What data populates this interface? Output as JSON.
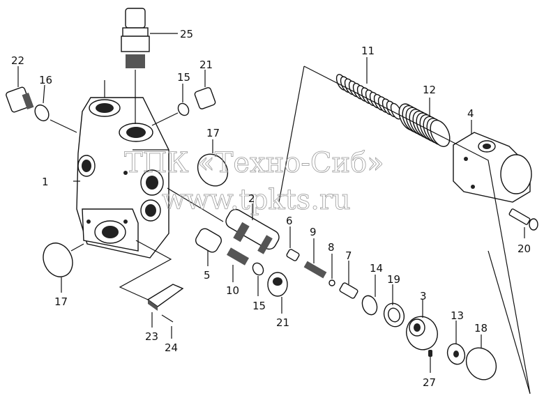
{
  "watermark": {
    "line1": "ТПК «Техно-Сиб»",
    "line2": "www.tpkts.ru"
  },
  "callouts": {
    "c1": "1",
    "c2": "2",
    "c3": "3",
    "c4": "4",
    "c5": "5",
    "c6": "6",
    "c7": "7",
    "c8": "8",
    "c9": "9",
    "c10": "10",
    "c11": "11",
    "c12": "12",
    "c13": "13",
    "c14": "14",
    "c15a": "15",
    "c15b": "15",
    "c16": "16",
    "c17a": "17",
    "c17b": "17",
    "c18": "18",
    "c19": "19",
    "c20": "20",
    "c21a": "21",
    "c21b": "21",
    "c22": "22",
    "c23": "23",
    "c24": "24",
    "c25": "25",
    "c27": "27"
  }
}
